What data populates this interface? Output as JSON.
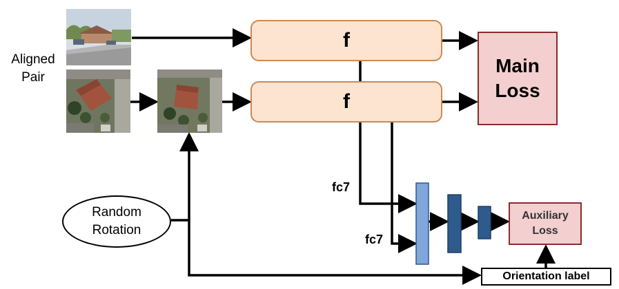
{
  "side_label": "Aligned Pair",
  "nodes": {
    "f_top": "f",
    "f_bottom": "f",
    "main_loss": "Main Loss",
    "auxiliary_loss": "Auxiliary Loss",
    "random_rotation": "Random Rotation",
    "orientation_label": "Orientation label"
  },
  "features": {
    "fc7_top": "fc7",
    "fc7_bottom": "fc7"
  },
  "images": [
    {
      "name": "street-view-image",
      "depicts": "street-level photo"
    },
    {
      "name": "aerial-image",
      "depicts": "overhead aerial photo"
    },
    {
      "name": "rotated-aerial-image",
      "depicts": "rotated aerial photo"
    }
  ],
  "colors": {
    "f_fill": "#fce4d1",
    "f_border": "#c98a55",
    "loss_fill": "#f3cfcf",
    "loss_border": "#8b2b2b",
    "mlp_light": "#7fa7dc",
    "mlp_dark": "#2e5a8c"
  }
}
